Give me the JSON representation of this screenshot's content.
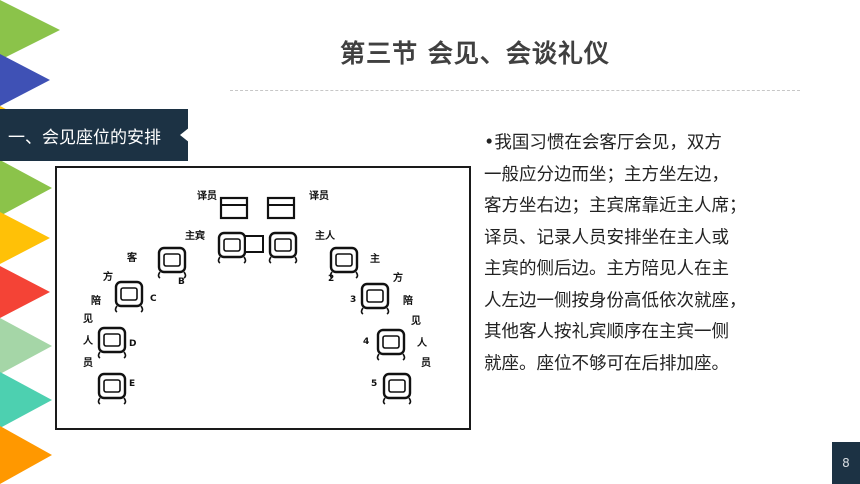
{
  "slide": {
    "title": "第三节  会见、会谈礼仪",
    "section_label": "一、会见座位的安排",
    "page_number": "8"
  },
  "body_text": {
    "lines": [
      "•我国习惯在会客厅会见，双方",
      "一般应分边而坐；主方坐左边，",
      "客方坐右边；主宾席靠近主人席；",
      "译员、记录人员安排坐在主人或",
      "主宾的侧后边。主方陪见人在主",
      "人左边一侧按身份高低依次就座，",
      "其他客人按礼宾顺序在主宾一侧",
      "就座。座位不够可在后排加座。"
    ]
  },
  "diagram": {
    "interpreter_left": "译员",
    "interpreter_right": "译员",
    "chief_guest": "主宾",
    "host": "主人",
    "guest_side": [
      "客",
      "方",
      "陪",
      "见",
      "人",
      "员"
    ],
    "host_side": [
      "主",
      "方",
      "陪",
      "见",
      "人",
      "员"
    ],
    "left_marks": [
      "B",
      "C",
      "D",
      "E"
    ],
    "right_marks": [
      "2",
      "3",
      "4",
      "5"
    ]
  },
  "colors": {
    "navy": "#1c3244",
    "ribbon": [
      "#8bc34a",
      "#3f51b5",
      "#ffc107",
      "#8bc34a",
      "#ffc107",
      "#f44336",
      "#a5d6a7",
      "#4dd0b0",
      "#ff9800"
    ]
  }
}
